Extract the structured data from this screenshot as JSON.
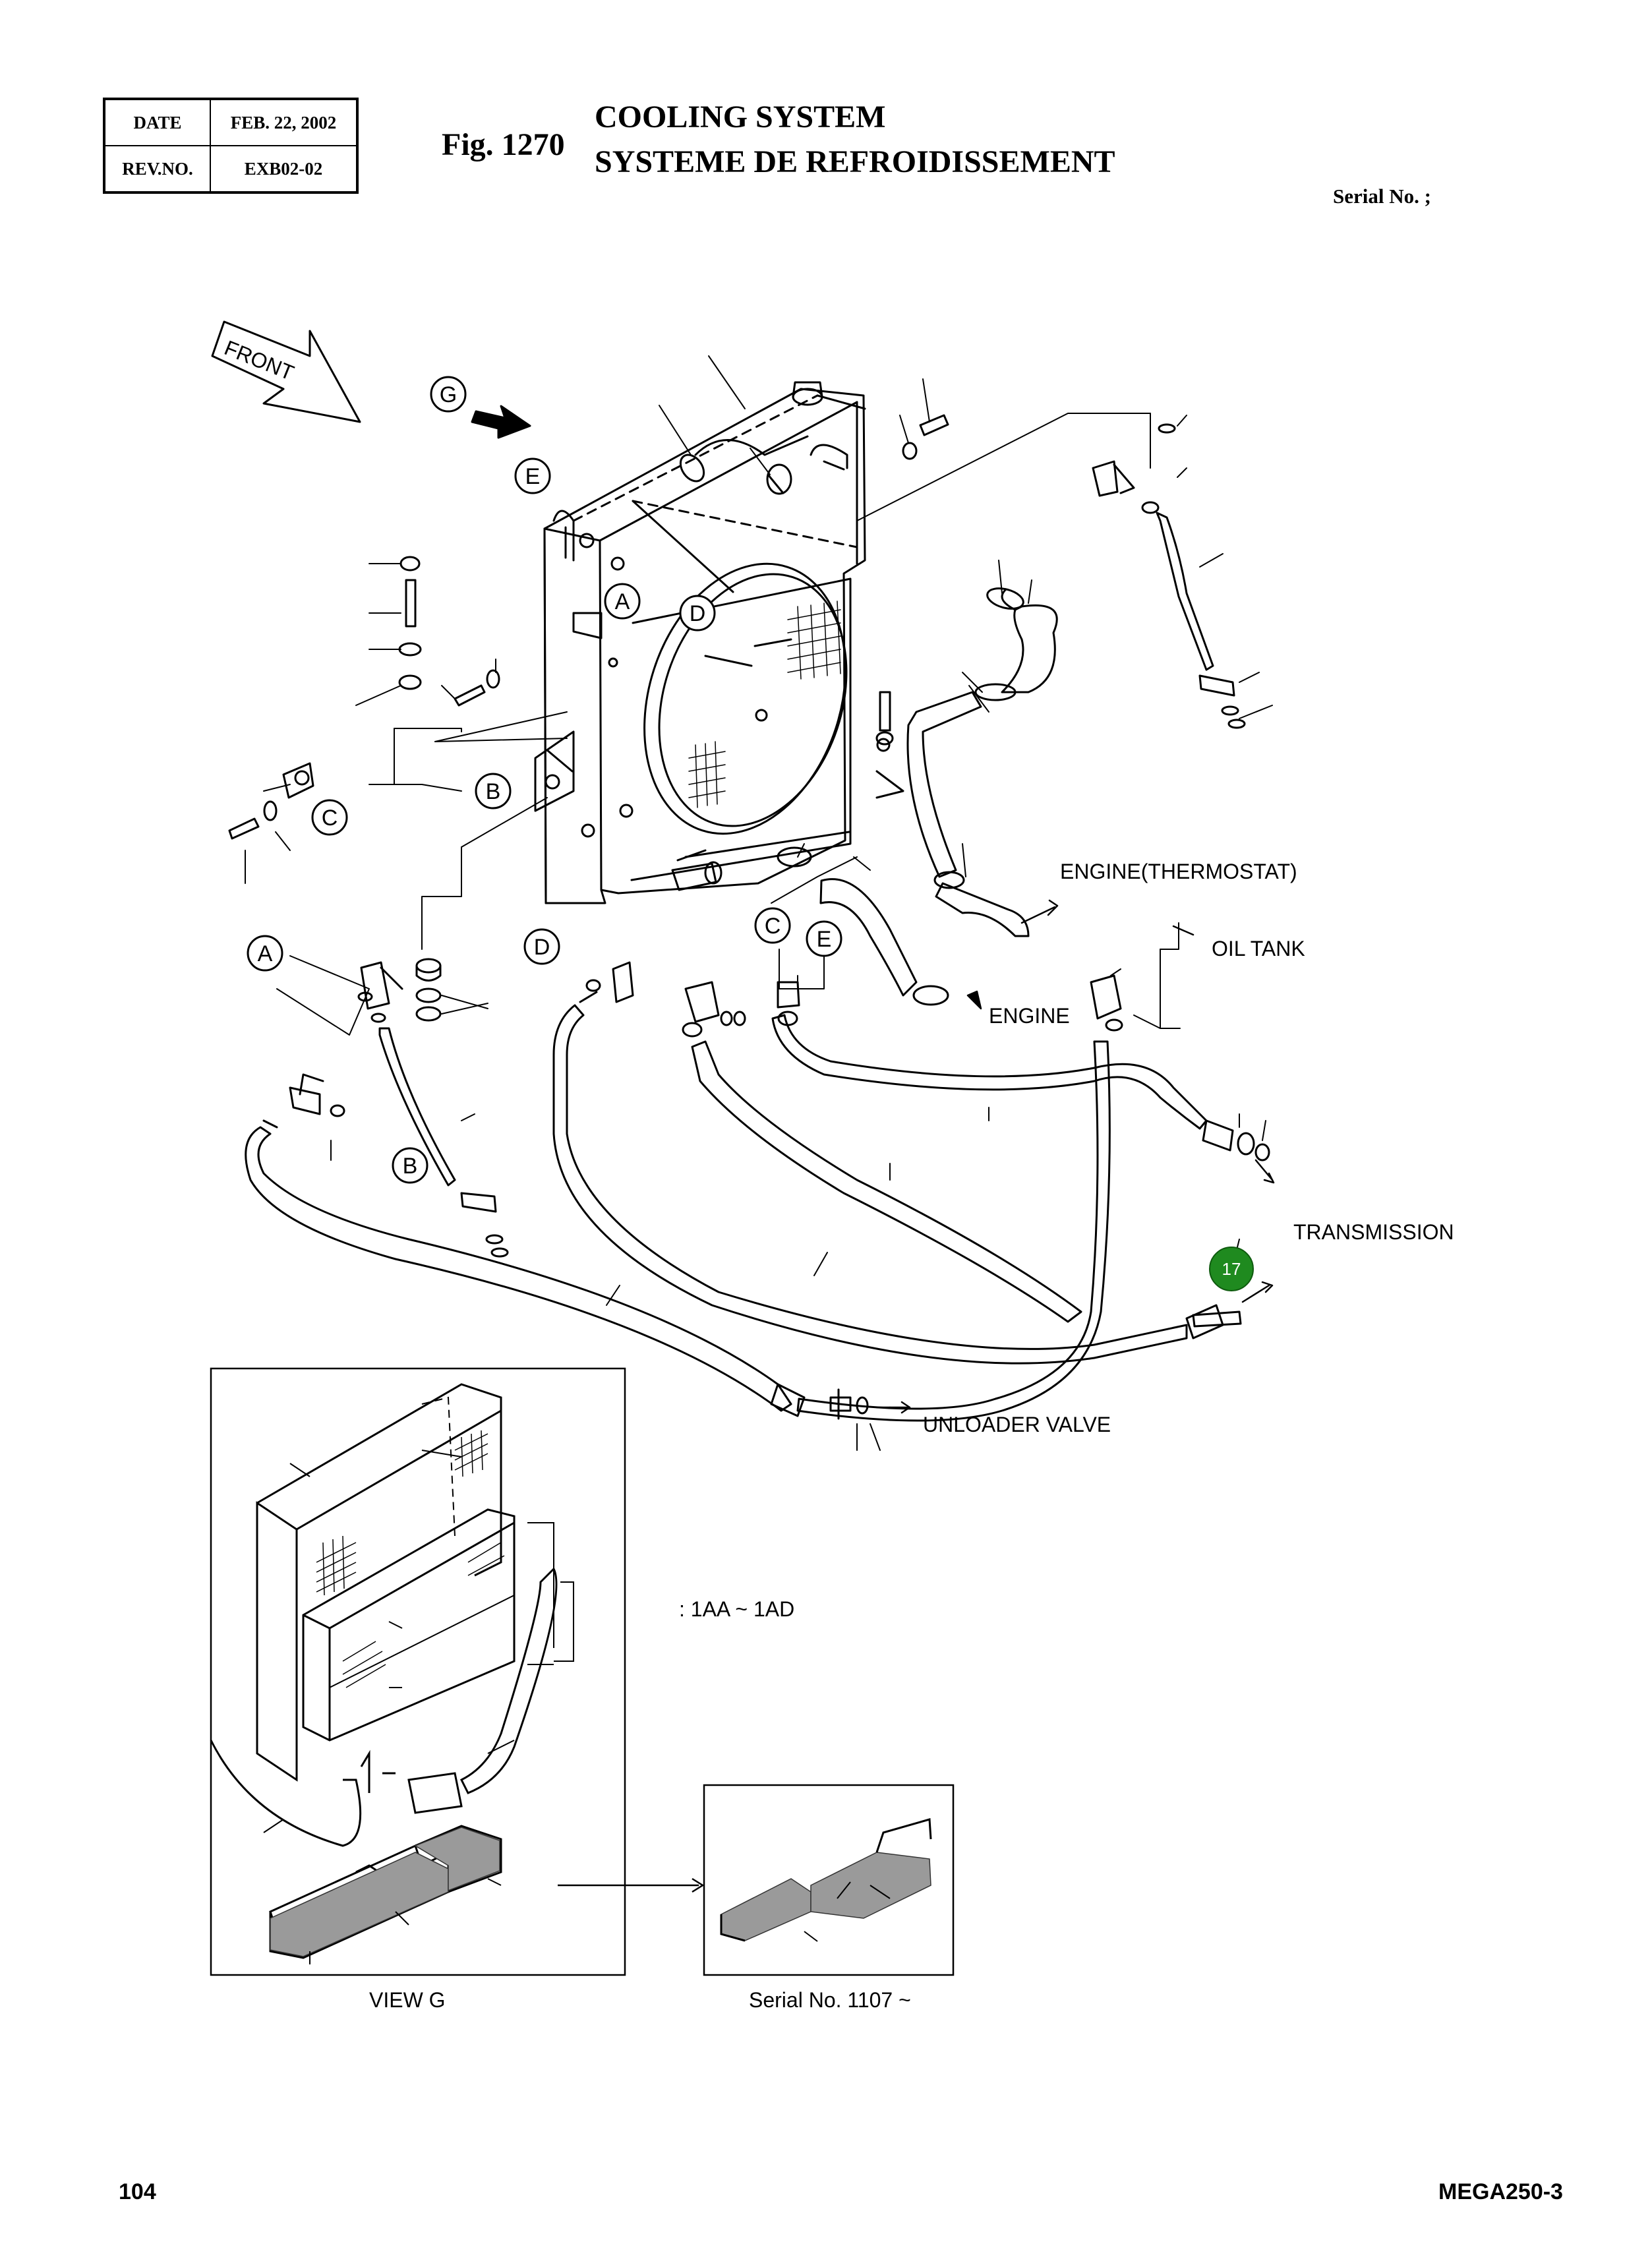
{
  "header": {
    "date_label": "DATE",
    "date_value": "FEB. 22, 2002",
    "rev_label": "REV.NO.",
    "rev_value": "EXB02-02",
    "fig_number": "Fig. 1270",
    "title_en": "COOLING SYSTEM",
    "title_fr": "SYSTEME DE REFROIDISSEMENT",
    "serial": "Serial No. ;"
  },
  "callouts": {
    "front": "FRONT",
    "g": "G",
    "e": "E",
    "a": "A",
    "d": "D",
    "b": "B",
    "c": "C",
    "part_17": "17"
  },
  "labels": {
    "engine_thermostat": "ENGINE(THERMOSTAT)",
    "oil_tank": "OIL TANK",
    "engine": "ENGINE",
    "transmission": "TRANSMISSION",
    "unloader_valve": "UNLOADER VALVE",
    "serial_range": ": 1AA ~ 1AD",
    "view_g": "VIEW  G",
    "serial_after": "Serial No. 1107 ~"
  },
  "colors": {
    "highlight": "#1f8a1f"
  },
  "footer": {
    "page_number": "104",
    "model": "MEGA250-3"
  }
}
